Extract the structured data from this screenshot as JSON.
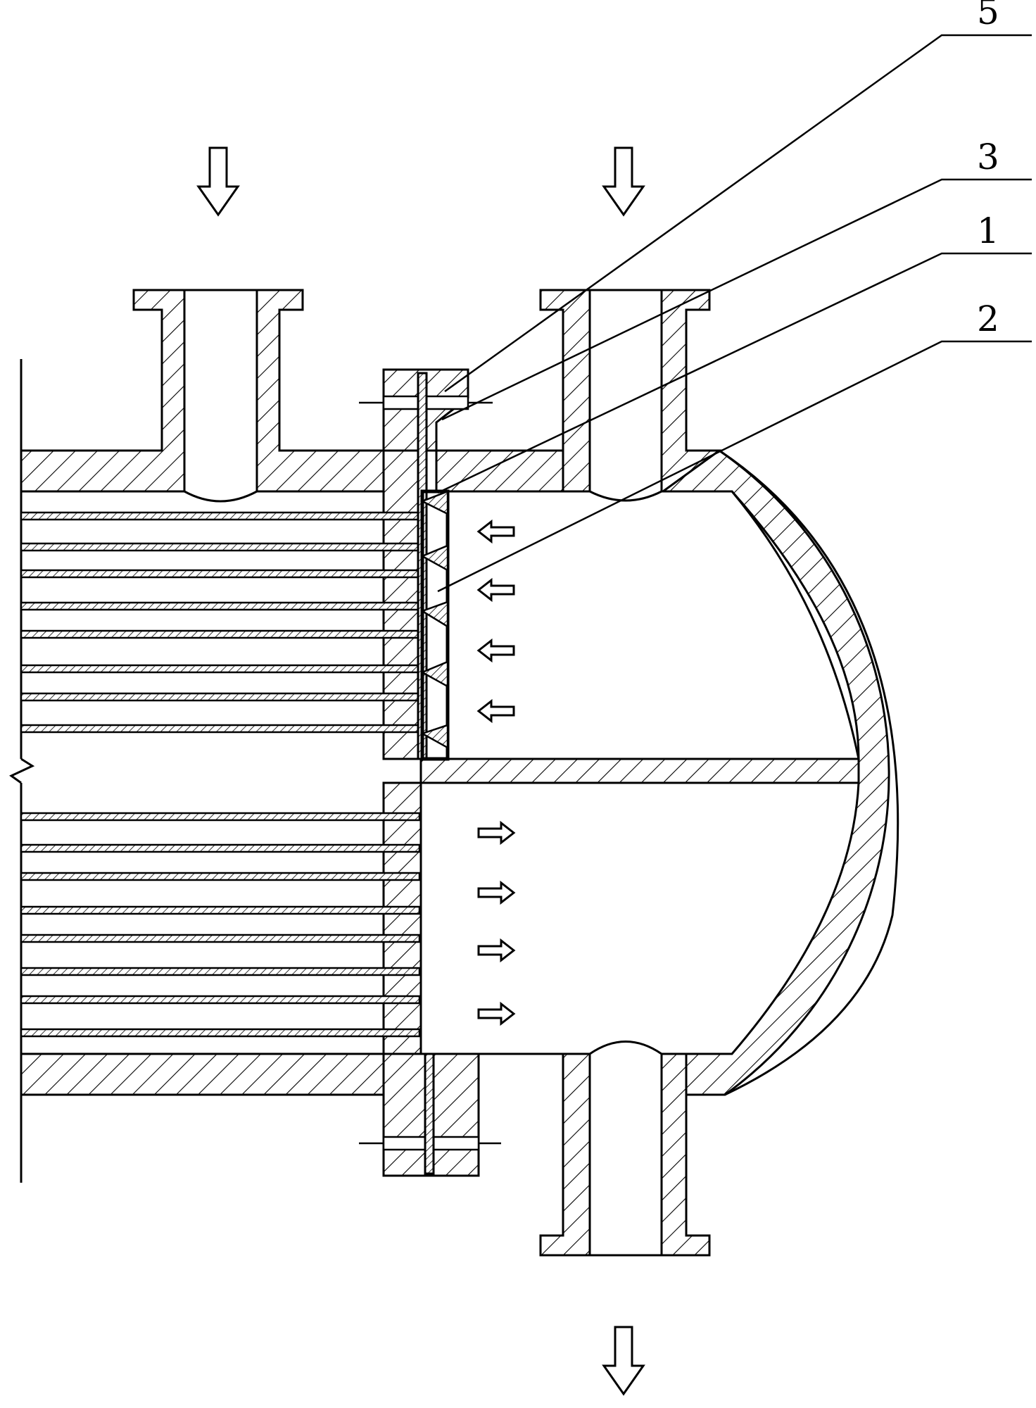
{
  "callouts": [
    {
      "label": "5"
    },
    {
      "label": "3"
    },
    {
      "label": "1"
    },
    {
      "label": "2"
    }
  ],
  "flow_arrows": {
    "inlet_direction": "down",
    "outlet_direction": "down",
    "upper_chamber_direction": "left",
    "lower_chamber_direction": "right"
  },
  "colors": {
    "line": "#000000",
    "background": "#ffffff"
  }
}
